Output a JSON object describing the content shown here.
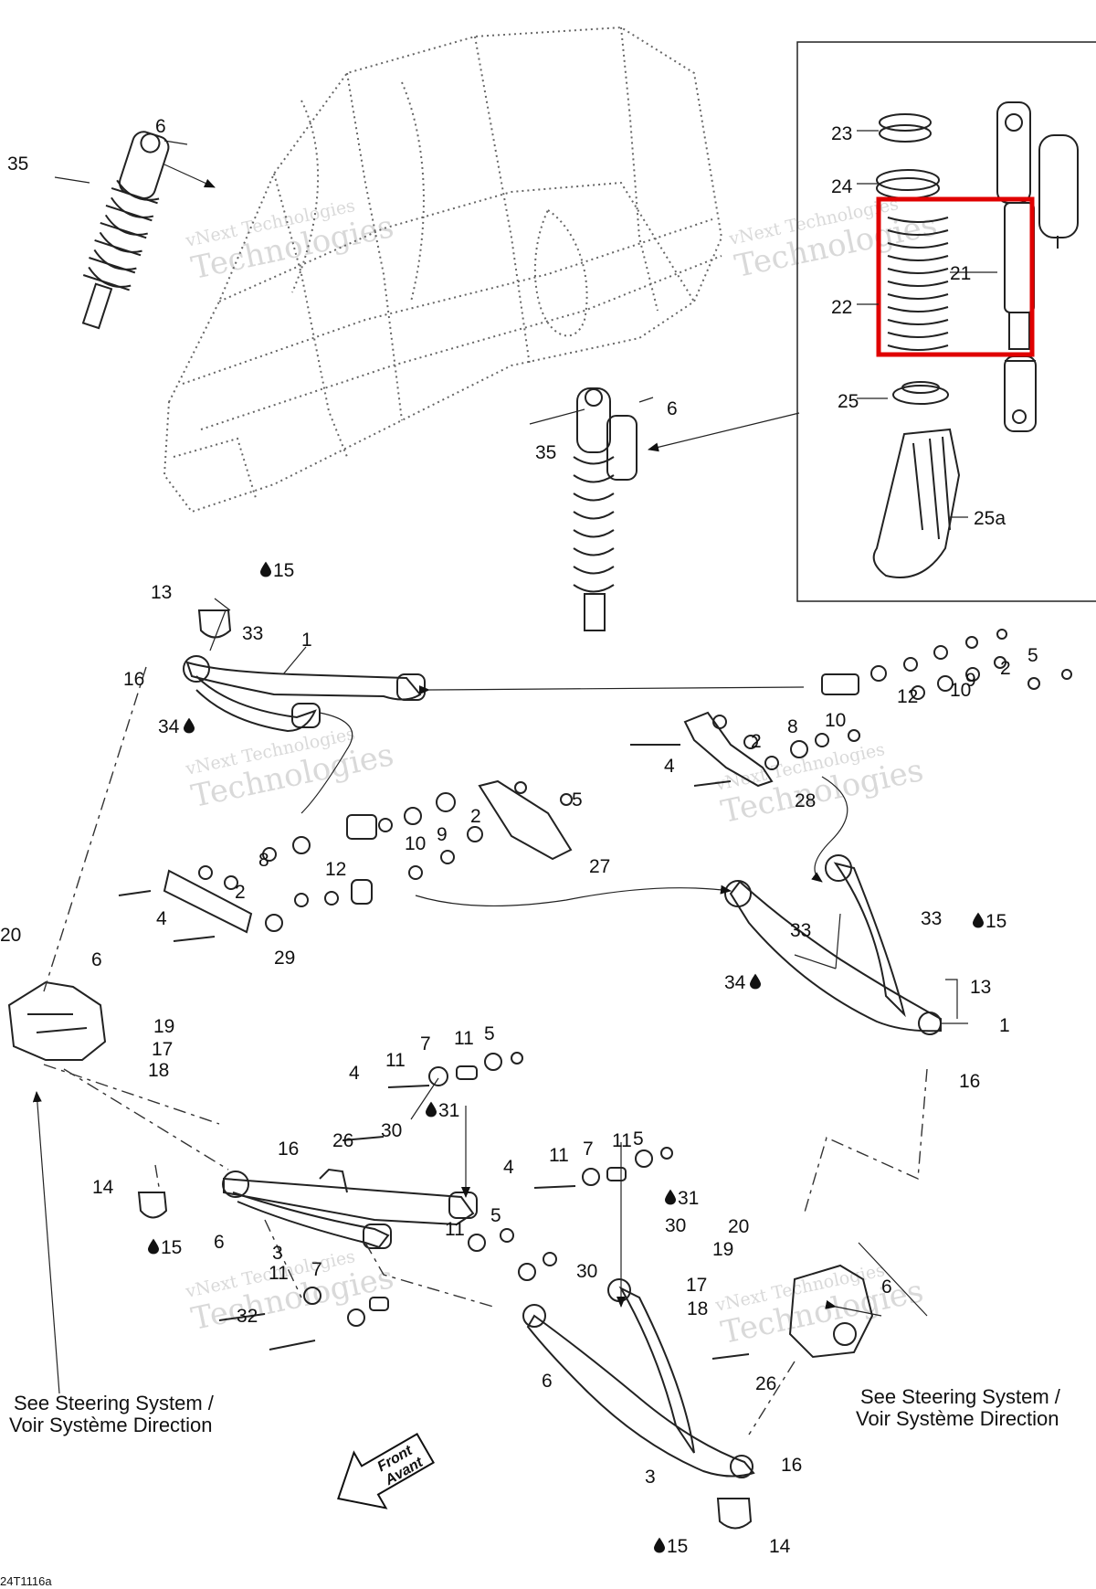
{
  "figure_id": "24T1116a",
  "watermark": {
    "line1": "vNext Technologies",
    "line2": "Technologies"
  },
  "notes": {
    "steering_left": {
      "line1": "See Steering System /",
      "line2": "Voir Système Direction"
    },
    "steering_right": {
      "line1": "See Steering System /",
      "line2": "Voir Système Direction"
    }
  },
  "front_arrow": {
    "line1": "Front",
    "line2": "Avant"
  },
  "lube_icon": "oil-drop-icon",
  "highlight": {
    "part": "22",
    "color": "#e00000"
  },
  "callouts": [
    {
      "label": "35",
      "lube": false
    },
    {
      "label": "6",
      "lube": false
    },
    {
      "label": "23",
      "lube": false
    },
    {
      "label": "24",
      "lube": false
    },
    {
      "label": "21",
      "lube": false
    },
    {
      "label": "22",
      "lube": false
    },
    {
      "label": "25",
      "lube": false
    },
    {
      "label": "25a",
      "lube": false
    },
    {
      "label": "6",
      "lube": false
    },
    {
      "label": "35",
      "lube": false
    },
    {
      "label": "15",
      "lube": true
    },
    {
      "label": "13",
      "lube": false
    },
    {
      "label": "33",
      "lube": false
    },
    {
      "label": "1",
      "lube": false
    },
    {
      "label": "16",
      "lube": false
    },
    {
      "label": "34",
      "lube": true
    },
    {
      "label": "5",
      "lube": false
    },
    {
      "label": "2",
      "lube": false
    },
    {
      "label": "9",
      "lube": false
    },
    {
      "label": "10",
      "lube": false
    },
    {
      "label": "12",
      "lube": false
    },
    {
      "label": "8",
      "lube": false
    },
    {
      "label": "10",
      "lube": false
    },
    {
      "label": "2",
      "lube": false
    },
    {
      "label": "4",
      "lube": false
    },
    {
      "label": "28",
      "lube": false
    },
    {
      "label": "5",
      "lube": false
    },
    {
      "label": "2",
      "lube": false
    },
    {
      "label": "9",
      "lube": false
    },
    {
      "label": "10",
      "lube": false
    },
    {
      "label": "27",
      "lube": false
    },
    {
      "label": "8",
      "lube": false
    },
    {
      "label": "12",
      "lube": false
    },
    {
      "label": "2",
      "lube": false
    },
    {
      "label": "4",
      "lube": false
    },
    {
      "label": "29",
      "lube": false
    },
    {
      "label": "20",
      "lube": false
    },
    {
      "label": "6",
      "lube": false
    },
    {
      "label": "19",
      "lube": false
    },
    {
      "label": "17",
      "lube": false
    },
    {
      "label": "18",
      "lube": false
    },
    {
      "label": "33",
      "lube": false
    },
    {
      "label": "33",
      "lube": false
    },
    {
      "label": "15",
      "lube": true
    },
    {
      "label": "34",
      "lube": true
    },
    {
      "label": "13",
      "lube": false
    },
    {
      "label": "1",
      "lube": false
    },
    {
      "label": "16",
      "lube": false
    },
    {
      "label": "4",
      "lube": false
    },
    {
      "label": "11",
      "lube": false
    },
    {
      "label": "7",
      "lube": false
    },
    {
      "label": "11",
      "lube": false
    },
    {
      "label": "5",
      "lube": false
    },
    {
      "label": "16",
      "lube": false
    },
    {
      "label": "26",
      "lube": false
    },
    {
      "label": "30",
      "lube": false
    },
    {
      "label": "31",
      "lube": true
    },
    {
      "label": "14",
      "lube": false
    },
    {
      "label": "15",
      "lube": true
    },
    {
      "label": "6",
      "lube": false
    },
    {
      "label": "3",
      "lube": false
    },
    {
      "label": "4",
      "lube": false
    },
    {
      "label": "11",
      "lube": false
    },
    {
      "label": "7",
      "lube": false
    },
    {
      "label": "11",
      "lube": false
    },
    {
      "label": "5",
      "lube": false
    },
    {
      "label": "31",
      "lube": true
    },
    {
      "label": "30",
      "lube": false
    },
    {
      "label": "5",
      "lube": false
    },
    {
      "label": "11",
      "lube": false
    },
    {
      "label": "30",
      "lube": false
    },
    {
      "label": "20",
      "lube": false
    },
    {
      "label": "19",
      "lube": false
    },
    {
      "label": "17",
      "lube": false
    },
    {
      "label": "18",
      "lube": false
    },
    {
      "label": "6",
      "lube": false
    },
    {
      "label": "32",
      "lube": false
    },
    {
      "label": "11",
      "lube": false
    },
    {
      "label": "7",
      "lube": false
    },
    {
      "label": "6",
      "lube": false
    },
    {
      "label": "26",
      "lube": false
    },
    {
      "label": "16",
      "lube": false
    },
    {
      "label": "3",
      "lube": false
    },
    {
      "label": "15",
      "lube": true
    },
    {
      "label": "14",
      "lube": false
    }
  ]
}
